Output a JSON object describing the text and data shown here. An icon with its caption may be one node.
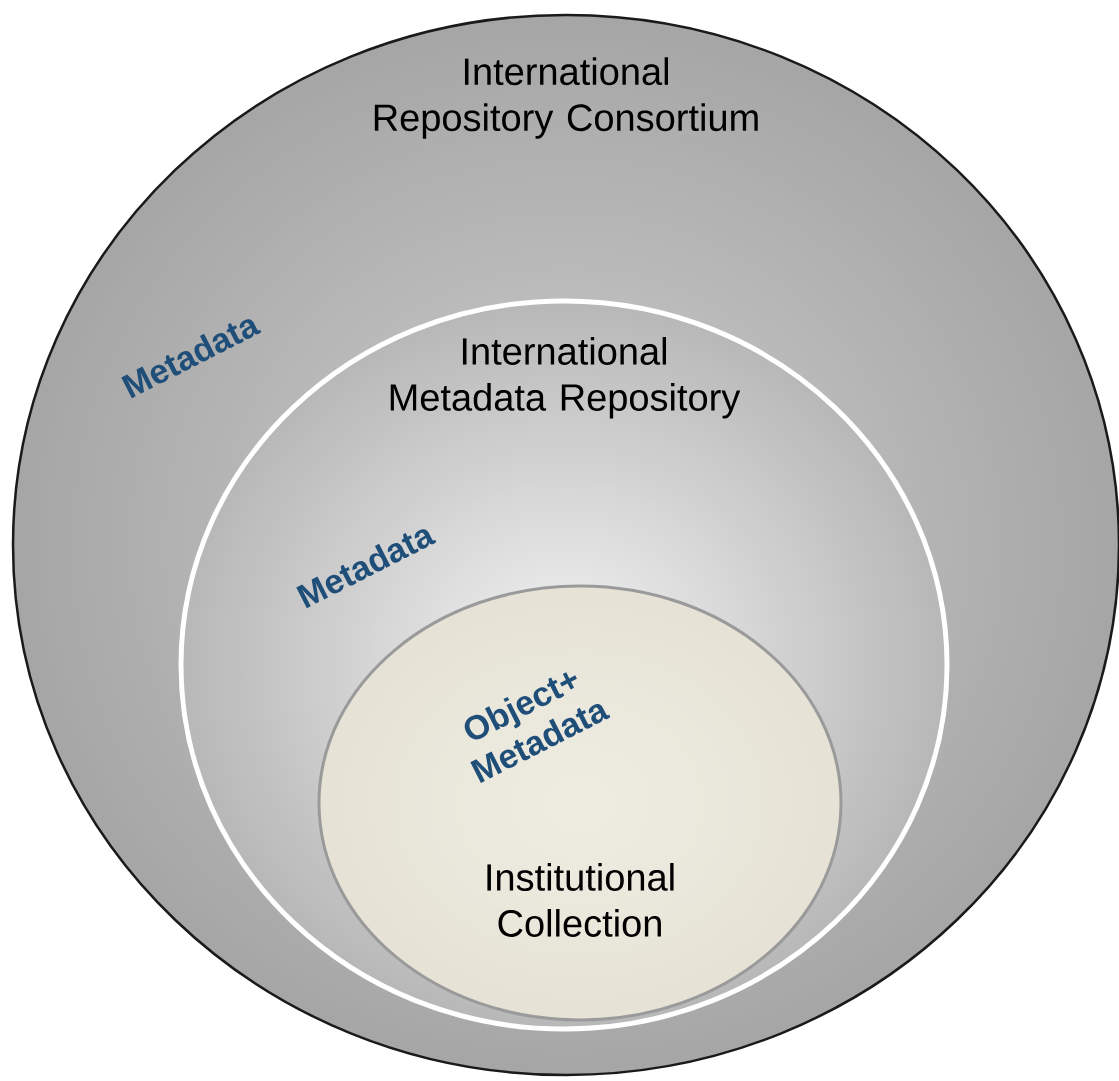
{
  "diagram": {
    "nodes": [
      {
        "text": [
          "International Repository Consortium"
        ]
      },
      {
        "text": [
          "International Metadata Repository"
        ],
        "in": 0
      },
      {
        "text": [
          "Institutional Collection"
        ],
        "in": 1
      }
    ],
    "labels": [
      "Metadata",
      "Metadata",
      "Object+ Metadata"
    ]
  }
}
